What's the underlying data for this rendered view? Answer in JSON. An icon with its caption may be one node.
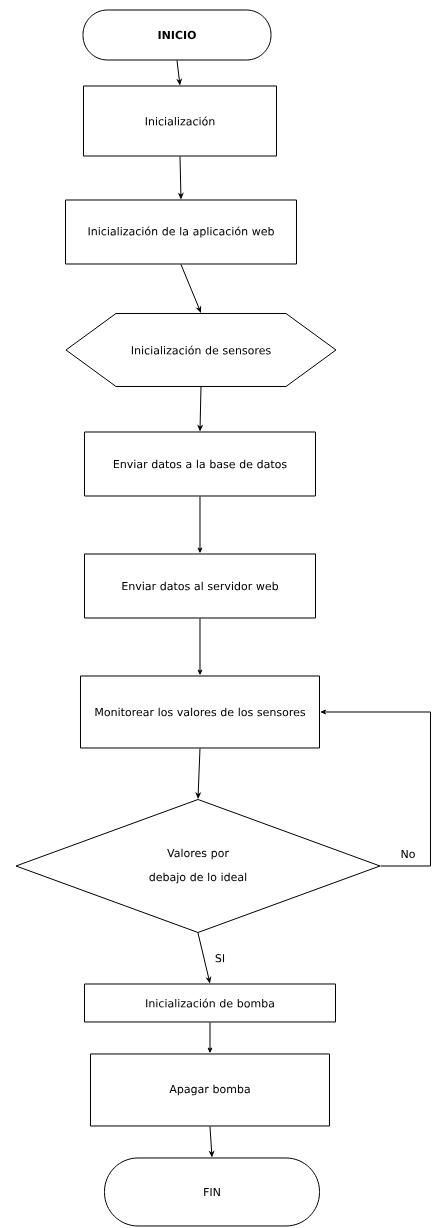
{
  "diagram": {
    "nodes": [
      {
        "text": [
          "INICIO"
        ]
      },
      {
        "text": [
          "Inicialización"
        ]
      },
      {
        "text": [
          "Inicialización de la aplicación web"
        ]
      },
      {
        "text": [
          "Inicialización de sensores"
        ]
      },
      {
        "text": [
          "Enviar datos a la base de datos"
        ]
      },
      {
        "text": [
          "Enviar datos al servidor web"
        ]
      },
      {
        "text": [
          "Monitorear los valores de los sensores"
        ]
      },
      {
        "text": [
          "Valores por debajo de lo ideal"
        ]
      },
      {
        "text": [
          "Inicialización de bomba"
        ]
      },
      {
        "text": [
          "Apagar bomba"
        ]
      },
      {
        "text": [
          "FIN"
        ]
      }
    ],
    "edges": [
      {
        "from": 0,
        "to": 1,
        "arrow": "to"
      },
      {
        "from": 1,
        "to": 2,
        "arrow": "to"
      },
      {
        "from": 2,
        "to": 3,
        "arrow": "to"
      },
      {
        "from": 3,
        "to": 4,
        "arrow": "to"
      },
      {
        "from": 4,
        "to": 5,
        "arrow": "to"
      },
      {
        "from": 5,
        "to": 6,
        "arrow": "to"
      },
      {
        "from": 6,
        "to": 7,
        "arrow": "to"
      },
      {
        "from": 7,
        "to": 8,
        "arrow": "to",
        "label": "SI"
      },
      {
        "from": 8,
        "to": 9,
        "arrow": "to"
      },
      {
        "from": 9,
        "to": 10,
        "arrow": "to"
      },
      {
        "from": 7,
        "to": 6,
        "arrow": "to",
        "label": "No"
      }
    ]
  }
}
